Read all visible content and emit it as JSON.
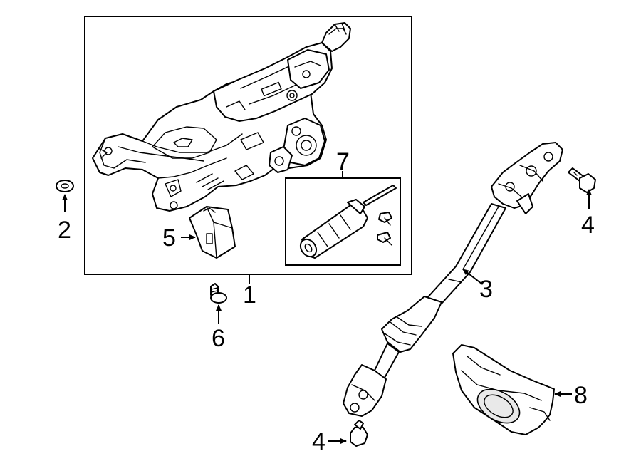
{
  "callouts": {
    "c1": "1",
    "c2": "2",
    "c3": "3",
    "c4_top": "4",
    "c4_bottom": "4",
    "c5": "5",
    "c6": "6",
    "c7": "7",
    "c8": "8"
  }
}
